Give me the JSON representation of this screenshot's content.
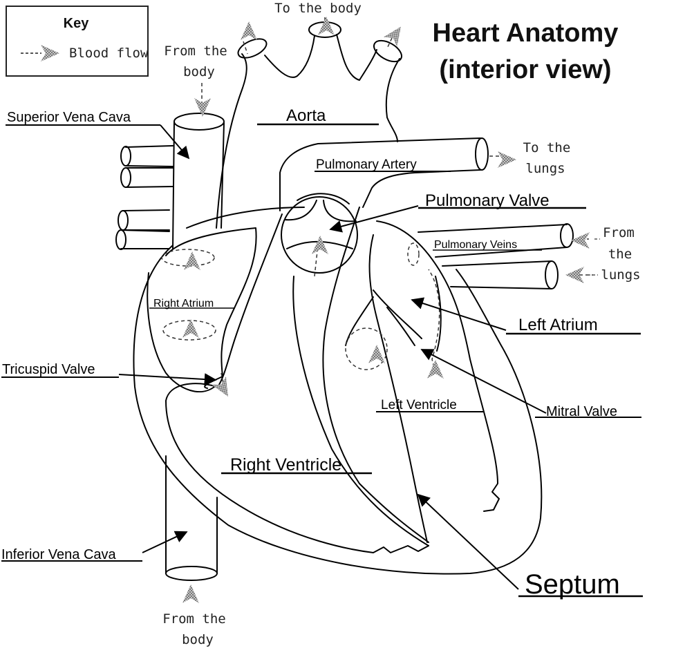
{
  "title": [
    "Heart Anatomy",
    "(interior view)"
  ],
  "key": {
    "heading": "Key",
    "entry": "Blood flow"
  },
  "flow_notes": {
    "to_body_top": "To the body",
    "from_body_top": [
      "From the",
      "body"
    ],
    "to_lungs": [
      "To the",
      "lungs"
    ],
    "from_lungs": [
      "From",
      "the",
      "lungs"
    ],
    "from_body_bottom": [
      "From the",
      "body"
    ]
  },
  "labels": {
    "superior_vena_cava": "Superior Vena Cava",
    "aorta": "Aorta",
    "pulmonary_artery": "Pulmonary Artery",
    "pulmonary_valve": "Pulmonary Valve",
    "pulmonary_veins": "Pulmonary Veins",
    "right_atrium": "Right Atrium",
    "left_atrium": "Left Atrium",
    "tricuspid_valve": "Tricuspid Valve",
    "left_ventricle": "Left Ventricle",
    "mitral_valve": "Mitral Valve",
    "right_ventricle": "Right Ventricle",
    "inferior_vena_cava": "Inferior Vena Cava",
    "septum": "Septum"
  }
}
